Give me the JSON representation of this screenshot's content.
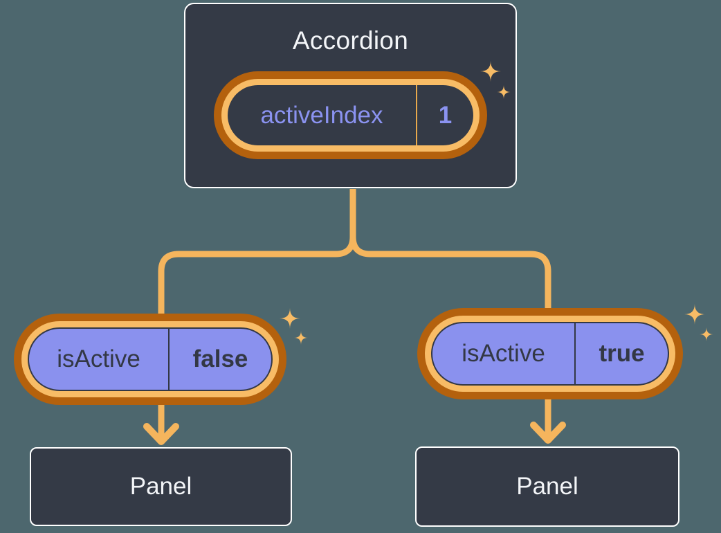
{
  "diagram": {
    "root": {
      "title": "Accordion",
      "state": {
        "label": "activeIndex",
        "value": "1"
      }
    },
    "children": [
      {
        "state": {
          "label": "isActive",
          "value": "false"
        },
        "panel_label": "Panel"
      },
      {
        "state": {
          "label": "isActive",
          "value": "true"
        },
        "panel_label": "Panel"
      }
    ]
  },
  "icons": {
    "sparkle": "four-point-sparkle"
  },
  "colors": {
    "bg": "#4D676E",
    "slate": "#343A46",
    "white_text": "#F3F5F8",
    "purple_fill": "#8A91EE",
    "purple_text": "#8B93F1",
    "ink": "#333845",
    "orange_dark": "#B4610D",
    "orange_light": "#F8BC66",
    "orange_line": "#F5B55D",
    "orange_divider": "#E9A94C"
  }
}
